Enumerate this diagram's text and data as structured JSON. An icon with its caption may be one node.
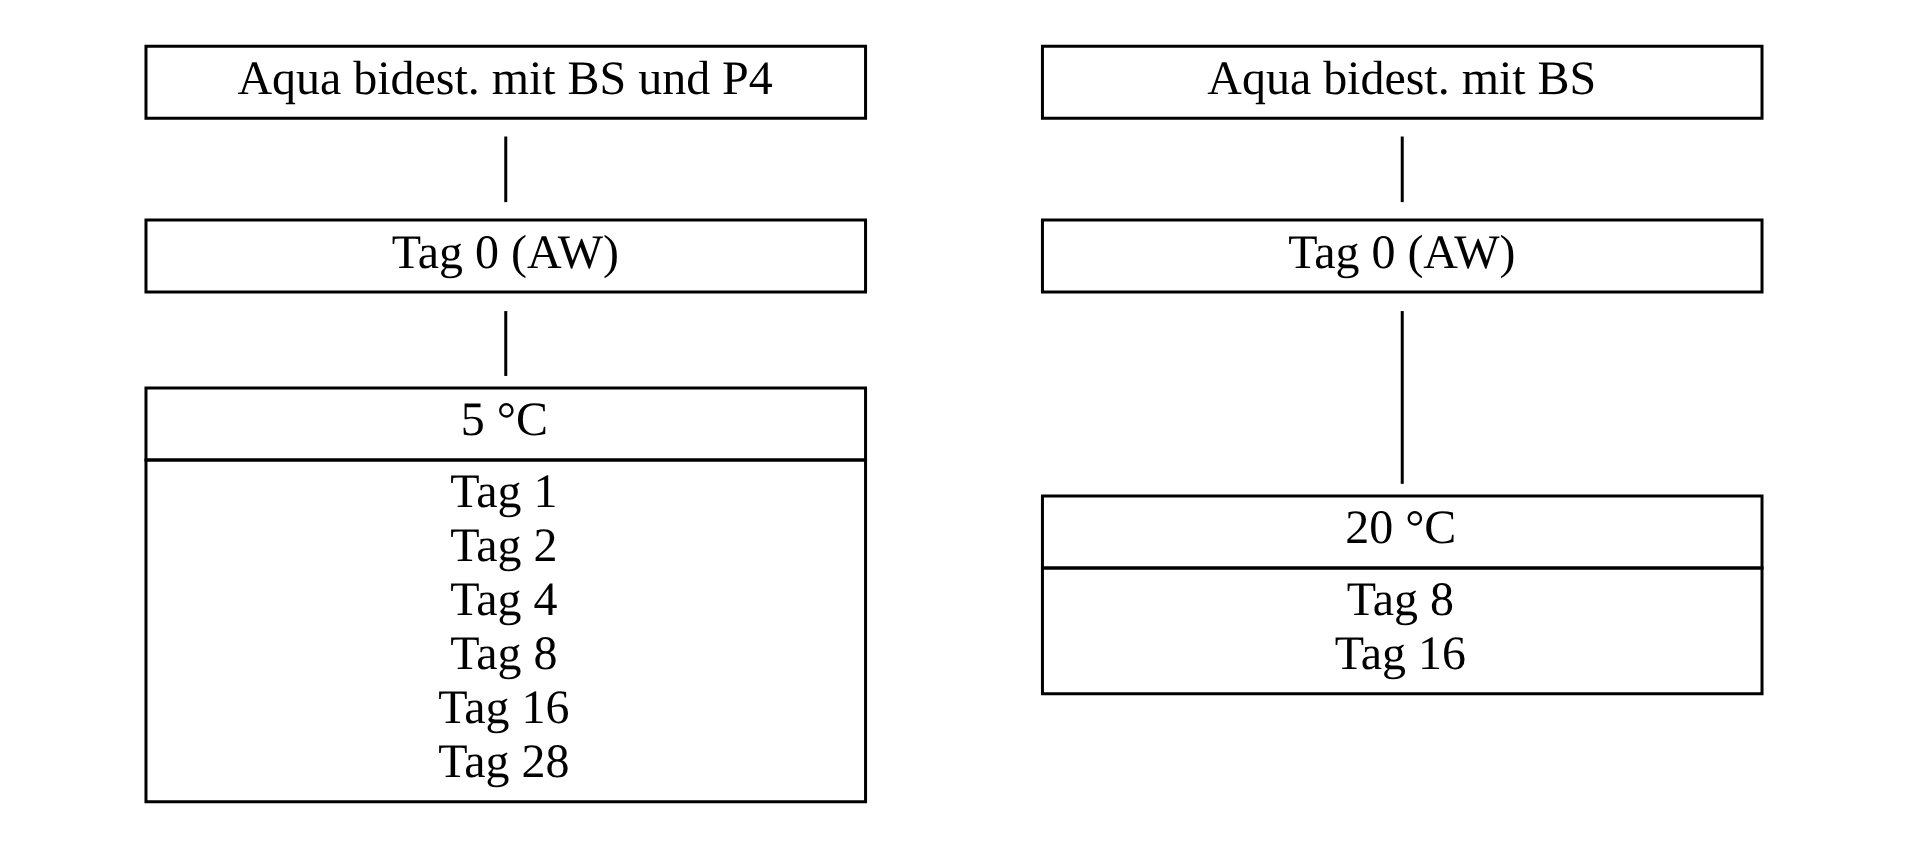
{
  "diagram": {
    "nodes": [
      {
        "text": [
          "Aqua bidest. mit BS und P4"
        ]
      },
      {
        "text": [
          "Tag 0 (AW)"
        ]
      },
      {
        "text": [
          "5 °C",
          "Tag 1",
          "Tag 2",
          "Tag 4",
          "Tag 8",
          "Tag 16",
          "Tag 28"
        ]
      },
      {
        "text": [
          "Aqua bidest. mit BS"
        ]
      },
      {
        "text": [
          "Tag 0 (AW)"
        ]
      },
      {
        "text": [
          "20 °C",
          "Tag 8",
          "Tag 16"
        ]
      }
    ],
    "edges": [
      {
        "from": 0,
        "to": 1,
        "arrow": "none"
      },
      {
        "from": 1,
        "to": 2,
        "arrow": "none"
      },
      {
        "from": 3,
        "to": 4,
        "arrow": "none"
      },
      {
        "from": 4,
        "to": 5,
        "arrow": "none"
      }
    ]
  }
}
